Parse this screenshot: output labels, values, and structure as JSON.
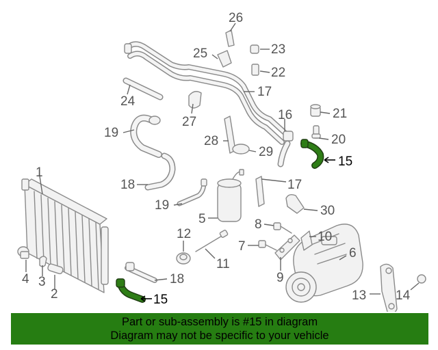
{
  "banner": {
    "line1": "Part or sub-assembly is #15 in diagram",
    "line2": "Diagram may not be specific to your vehicle",
    "background_color": "#267d12"
  },
  "highlight_color": "#2e7d16",
  "callouts": {
    "c1": "1",
    "c2": "2",
    "c3": "3",
    "c4": "4",
    "c5": "5",
    "c6": "6",
    "c7": "7",
    "c8": "8",
    "c9": "9",
    "c10": "10",
    "c11": "11",
    "c12": "12",
    "c13": "13",
    "c14": "14",
    "c15_upper": "15",
    "c15_lower": "15",
    "c16": "16",
    "c17_upper": "17",
    "c17_lower": "17",
    "c18_left": "18",
    "c18_right": "18",
    "c19_upper": "19",
    "c19_lower": "19",
    "c20": "20",
    "c21": "21",
    "c22": "22",
    "c23": "23",
    "c24": "24",
    "c25": "25",
    "c26": "26",
    "c27": "27",
    "c28": "28",
    "c29": "29",
    "c30": "30"
  }
}
